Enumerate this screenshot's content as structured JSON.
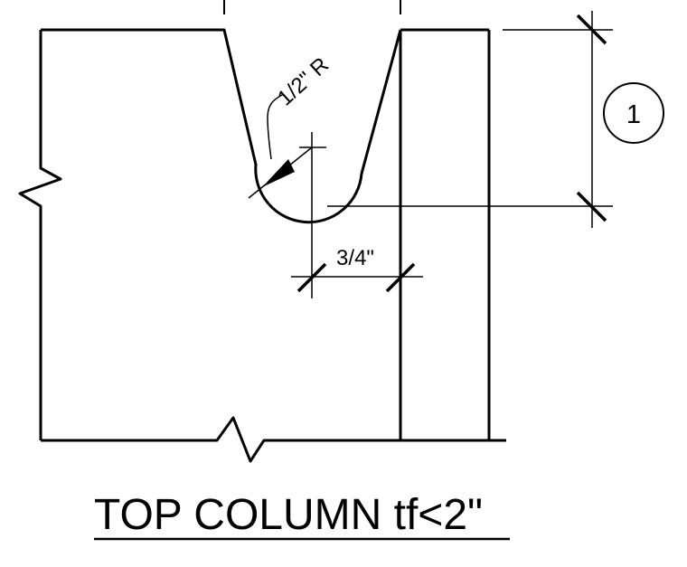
{
  "drawing": {
    "title": "TOP COLUMN tf<2\"",
    "radius_label": "1/2\" R",
    "horizontal_dim_label": "3/4\"",
    "detail_marker": "1",
    "line_color": "#000000",
    "background_color": "#ffffff"
  }
}
